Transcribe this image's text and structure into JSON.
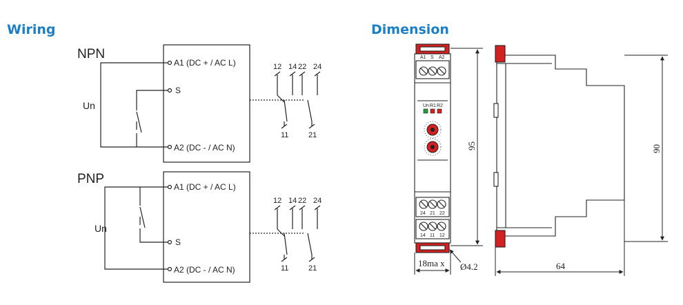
{
  "headings": {
    "wiring": "Wiring",
    "dimension": "Dimension"
  },
  "npn": {
    "title": "NPN",
    "supply": "Un",
    "a1": "A1 (DC + / AC L)",
    "s": "S",
    "a2": "A2 (DC - / AC N)",
    "contacts_top": [
      "12",
      "14",
      "22",
      "24"
    ],
    "contacts_bottom": [
      "11",
      "21"
    ]
  },
  "pnp": {
    "title": "PNP",
    "supply": "Un",
    "a1": "A1 (DC + / AC L)",
    "s": "S",
    "a2": "A2 (DC - / AC N)",
    "contacts_top": [
      "12",
      "14",
      "22",
      "24"
    ],
    "contacts_bottom": [
      "11",
      "21"
    ]
  },
  "front_view": {
    "top_terminals": [
      "A1",
      "S",
      "A2"
    ],
    "bottom_terminals_row1": [
      "24",
      "21",
      "22"
    ],
    "bottom_terminals_row2": [
      "14",
      "11",
      "12"
    ],
    "leds": [
      "Un",
      "R1",
      "R2"
    ],
    "led_colors": [
      "#2a9a3a",
      "#d42020",
      "#d42020"
    ]
  },
  "dimensions": {
    "height_front": "95",
    "height_side": "90",
    "width": "18ma x",
    "hole": "Ø4.2",
    "depth": "64"
  },
  "colors": {
    "heading": "#1a7fc6",
    "accent_red": "#d42020"
  }
}
